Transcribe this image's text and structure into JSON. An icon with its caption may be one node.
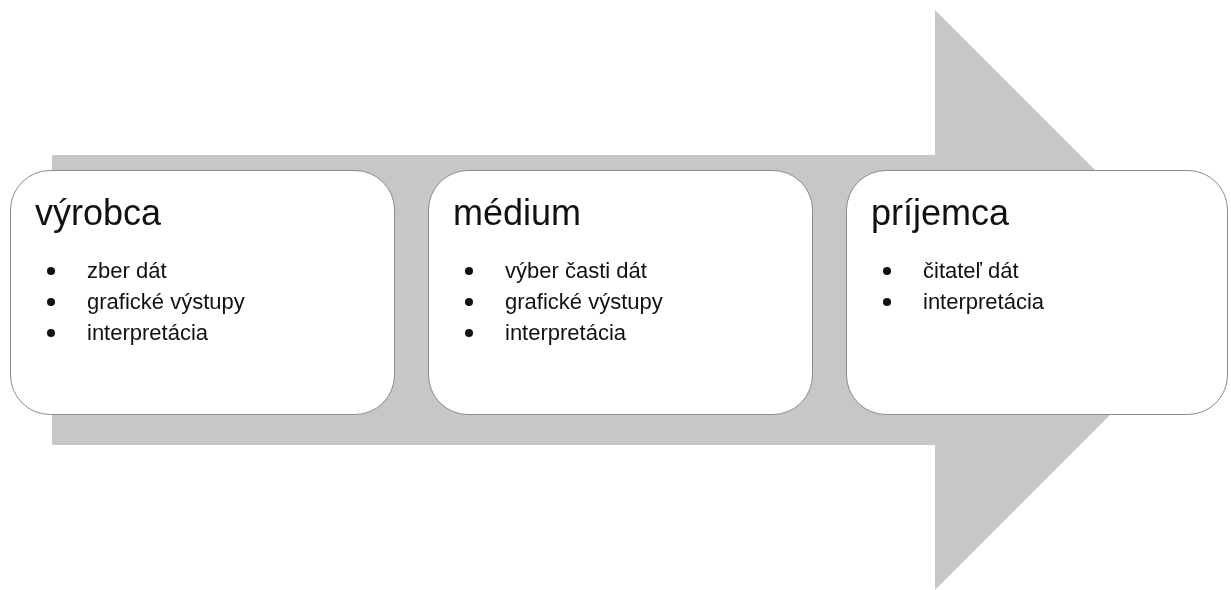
{
  "diagram": {
    "nodes": [
      {
        "text": [
          "výrobca",
          "zber dát",
          "grafické výstupy",
          "interpretácia"
        ]
      },
      {
        "text": [
          "médium",
          "výber časti dát",
          "grafické výstupy",
          "interpretácia"
        ]
      },
      {
        "text": [
          "príjemca",
          "čitateľ dát",
          "interpretácia"
        ]
      }
    ],
    "edges": [
      {
        "from": 0,
        "to": 2,
        "arrow": "to"
      }
    ]
  }
}
